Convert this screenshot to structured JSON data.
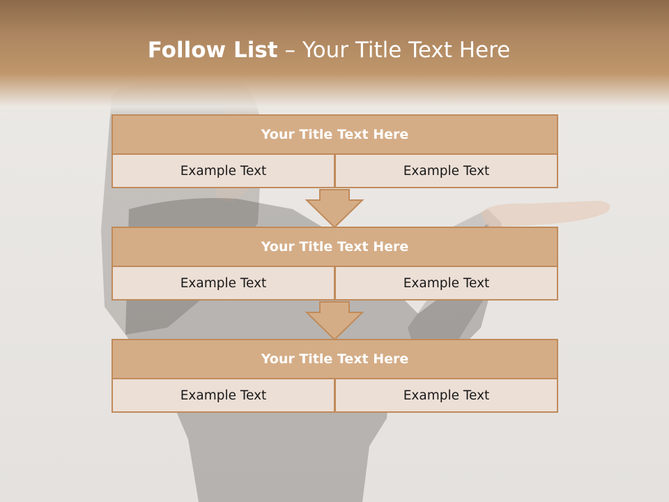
{
  "header": {
    "title_bold": "Follow List",
    "title_rest": " – Your Title Text Here"
  },
  "blocks": [
    {
      "title": "Your Title Text Here",
      "left_text": "Example Text",
      "right_text": "Example Text"
    },
    {
      "title": "Your Title Text Here",
      "left_text": "Example Text",
      "right_text": "Example Text"
    },
    {
      "title": "Your Title Text Here",
      "left_text": "Example Text",
      "right_text": "Example Text"
    }
  ],
  "colors": {
    "header_band": "#b48c64",
    "block_title_fill": "#d4ad87",
    "block_border": "#c08a5a",
    "cell_fill": "#ecdfd6",
    "arrow_fill": "#d4ad87"
  },
  "icons": {
    "arrow": "down-arrow-icon"
  }
}
